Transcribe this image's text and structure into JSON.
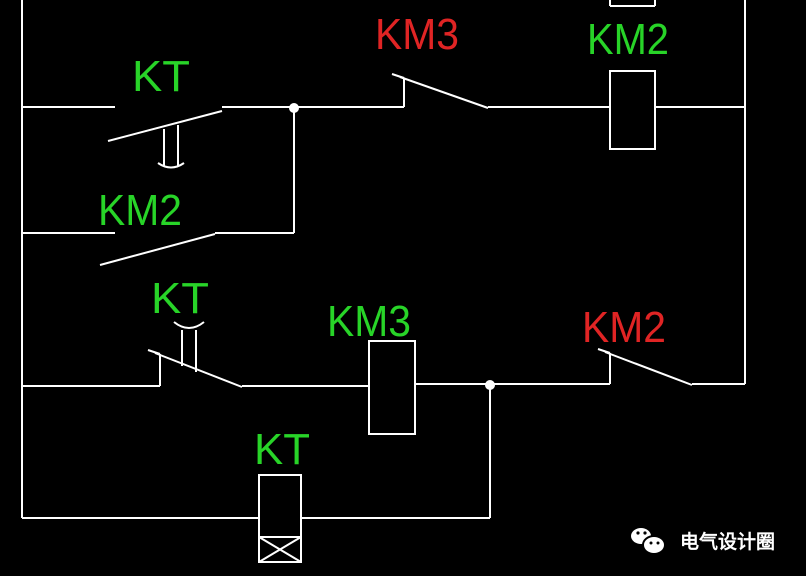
{
  "colors": {
    "background": "#000000",
    "wire": "#ffffff",
    "label_normal": "#28d428",
    "label_interlock": "#e02424"
  },
  "labels": {
    "kt_top": "KT",
    "km3_top": "KM3",
    "km2_top": "KM2",
    "km2_mid": "KM2",
    "kt_mid": "KT",
    "km3_mid": "KM3",
    "km2_right": "KM2",
    "kt_bottom": "KT"
  },
  "watermark": {
    "icon": "wechat-icon",
    "text": "电气设计圈"
  }
}
